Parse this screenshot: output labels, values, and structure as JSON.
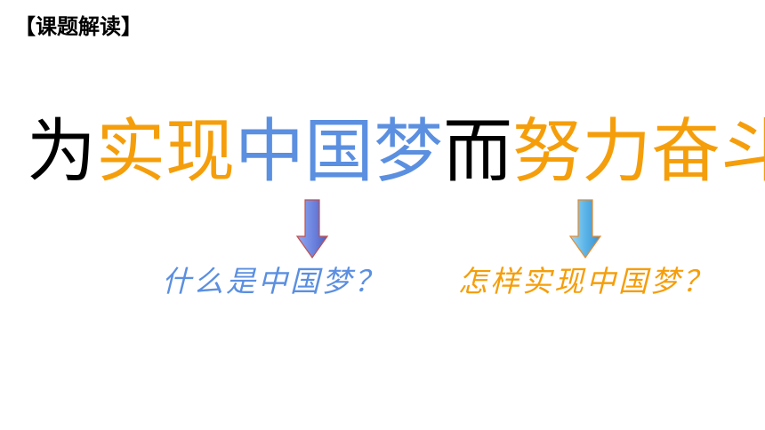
{
  "section_label": "【课题解读】",
  "title": {
    "parts": [
      {
        "text": "为",
        "color": "#000000"
      },
      {
        "text": "实现",
        "color": "#F59E0B"
      },
      {
        "text": "中国梦",
        "color": "#5B8FE0"
      },
      {
        "text": "而",
        "color": "#000000"
      },
      {
        "text": "努力奋斗",
        "color": "#F59E0B"
      }
    ]
  },
  "arrows": {
    "left": {
      "icon": "down-arrow-icon",
      "color": "#6F86E0"
    },
    "right": {
      "icon": "down-arrow-icon",
      "color": "#5AB4E8"
    }
  },
  "questions": {
    "left": {
      "text": "什么是中国梦？",
      "color": "#5B8FE0"
    },
    "right": {
      "text": "怎样实现中国梦？",
      "color": "#F59E0B"
    }
  }
}
